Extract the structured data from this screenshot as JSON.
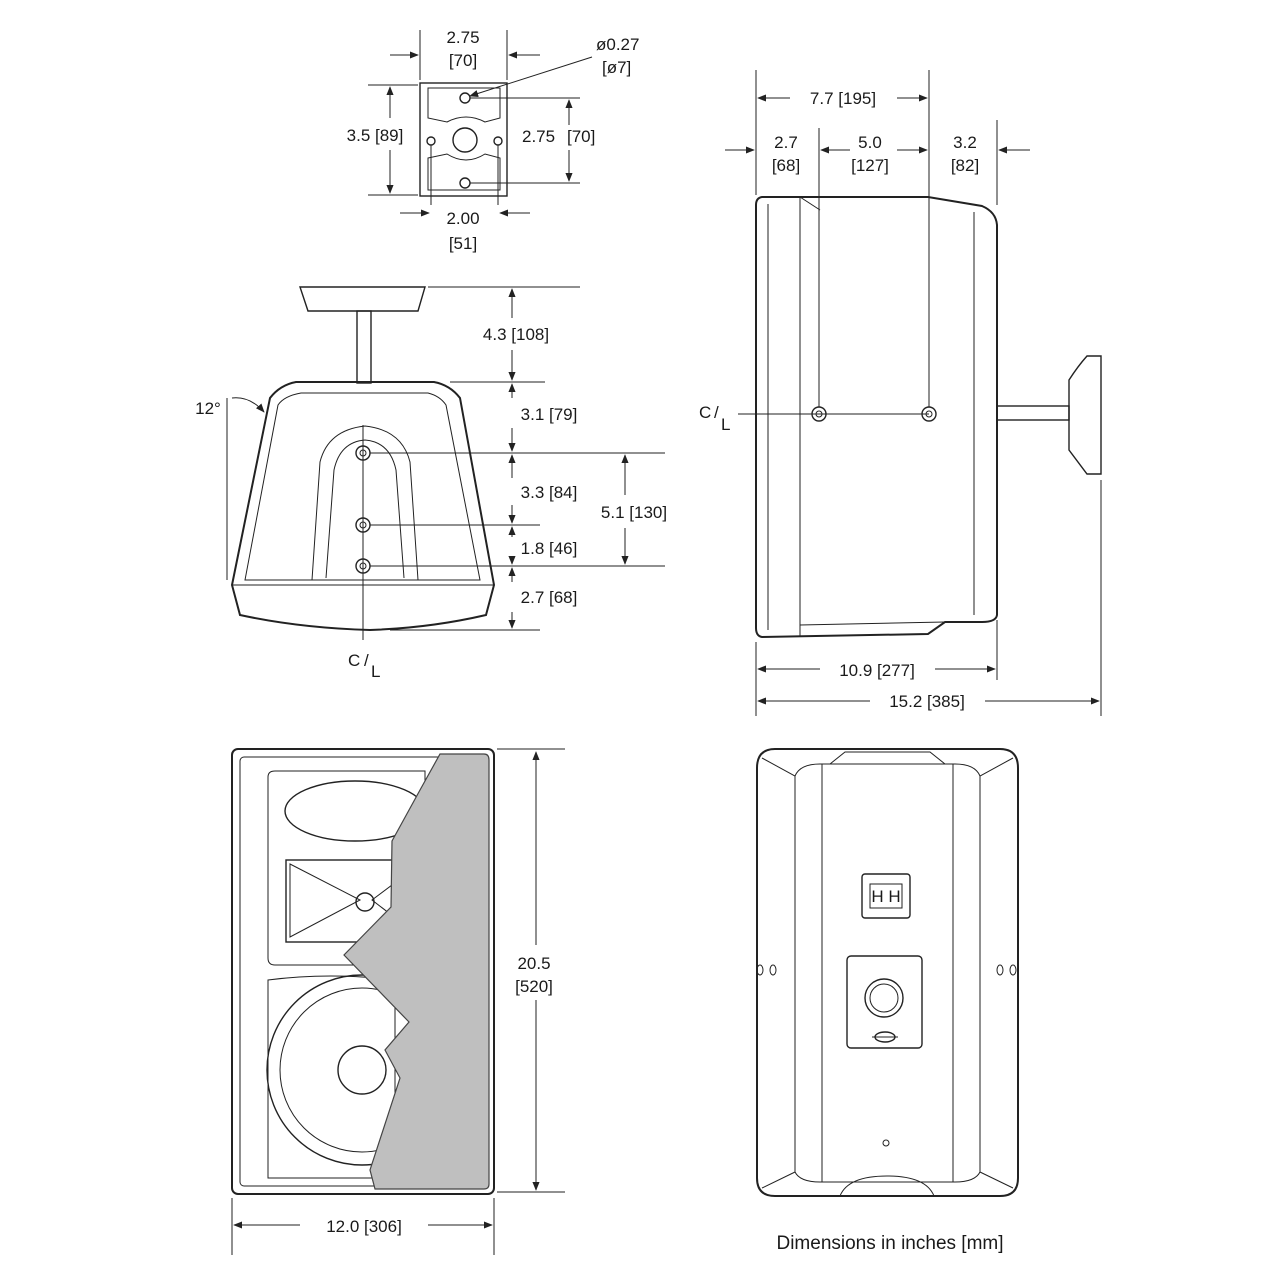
{
  "labels": {
    "bracket_width": "2.75",
    "bracket_width_mm": "[70]",
    "hole_diameter": "ø0.27",
    "hole_diameter_mm": "[ø7]",
    "bracket_height": "3.5 [89]",
    "bracket_hole_pitch": "2.75",
    "bracket_hole_pitch_mm": "[70]",
    "bracket_hole_spacing": "2.00",
    "bracket_hole_spacing_mm": "[51]",
    "yoke_height": "4.3 [108]",
    "top_to_first_hole": "3.1 [79]",
    "hole1_to_hole2": "3.3 [84]",
    "hole_span": "5.1 [130]",
    "hole2_to_hole3": "1.8 [46]",
    "bottom_offset": "2.7 [68]",
    "tilt_angle": "12°",
    "centerline_c_front": "C",
    "centerline_l_front": "L",
    "side_depth_to_holes": "7.7 [195]",
    "side_front_offset": "2.7",
    "side_front_offset_mm": "[68]",
    "side_hole_spacing": "5.0",
    "side_hole_spacing_mm": "[127]",
    "side_rear_offset": "3.2",
    "side_rear_offset_mm": "[82]",
    "centerline_c_side": "C",
    "centerline_l_side": "L",
    "cabinet_depth": "10.9 [277]",
    "overall_depth": "15.2 [385]",
    "cabinet_height": "20.5",
    "cabinet_height_mm": "[520]",
    "cabinet_width": "12.0 [306]",
    "terminal_label": "H H",
    "caption": "Dimensions in inches [mm]"
  }
}
